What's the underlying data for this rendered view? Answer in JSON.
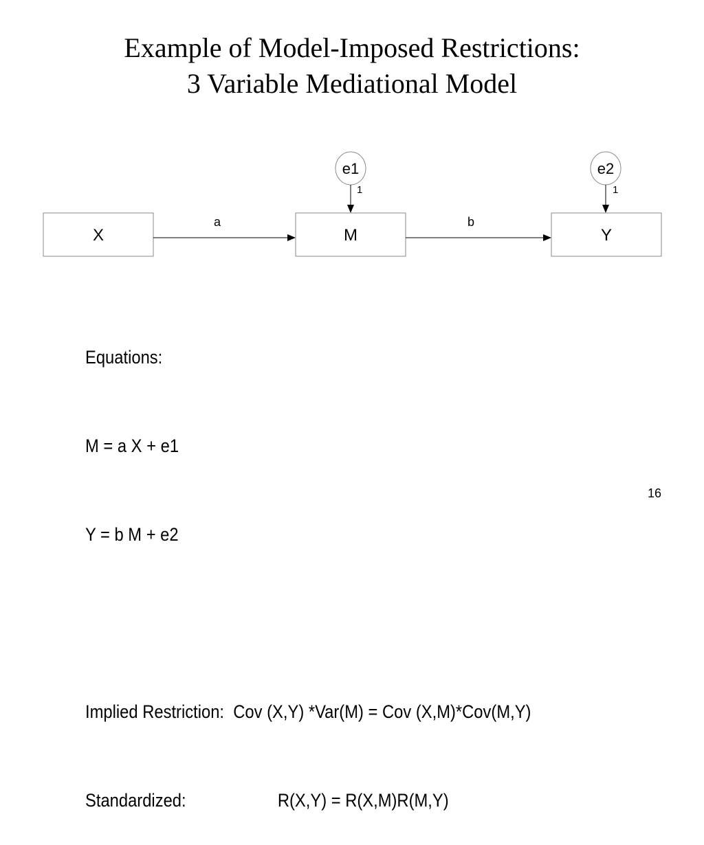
{
  "slide": {
    "title_line1": "Example of Model-Imposed Restrictions:",
    "title_line2": "3 Variable Mediational Model",
    "page_number": "16"
  },
  "diagram": {
    "nodes": {
      "x": "X",
      "m": "M",
      "y": "Y",
      "e1": "e1",
      "e2": "e2"
    },
    "paths": {
      "a": "a",
      "b": "b",
      "e1_weight": "1",
      "e2_weight": "1"
    }
  },
  "equations": {
    "heading": "Equations:",
    "eq_m": "M = a X + e1",
    "eq_y": "Y = b M + e2",
    "restriction_label": "Implied Restriction:",
    "restriction_value": "Cov (X,Y) *Var(M) = Cov (X,M)*Cov(M,Y)",
    "standardized_label": "Standardized:",
    "standardized_value": "R(X,Y) = R(X,M)R(M,Y)"
  }
}
